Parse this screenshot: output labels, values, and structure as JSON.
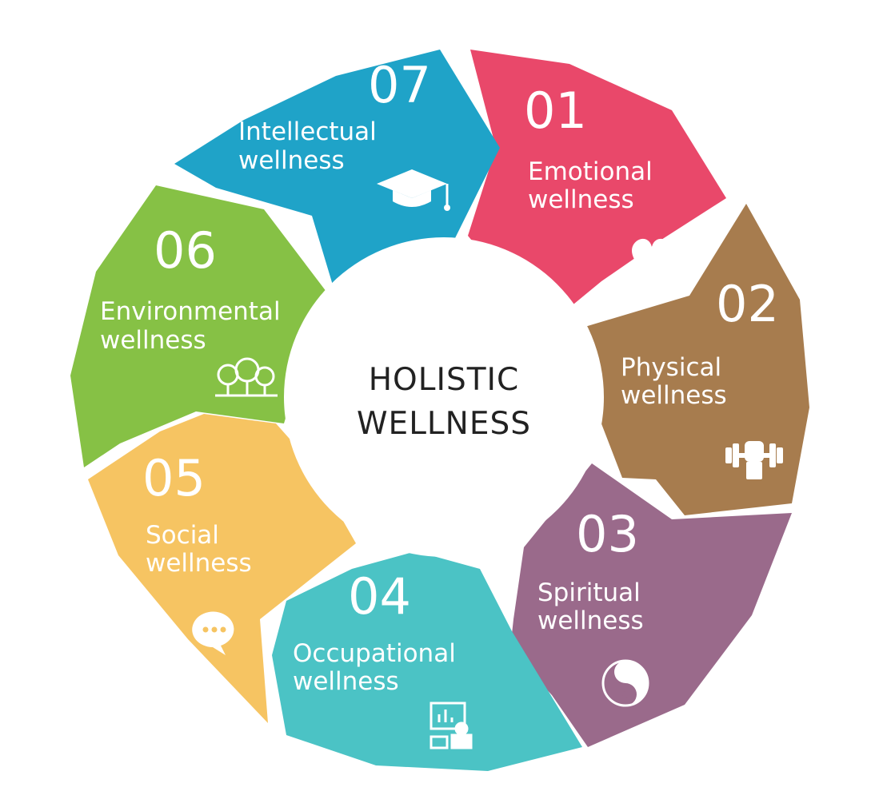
{
  "center": {
    "line1": "HOLISTIC",
    "line2": "WELLNESS"
  },
  "segments": [
    {
      "number": "01",
      "label_line1": "Emotional",
      "label_line2": "wellness",
      "color": "#E9486A",
      "icon": "heart-icon"
    },
    {
      "number": "02",
      "label_line1": "Physical",
      "label_line2": "wellness",
      "color": "#A77C4E",
      "icon": "fist-dumbbell-icon"
    },
    {
      "number": "03",
      "label_line1": "Spiritual",
      "label_line2": "wellness",
      "color": "#9A6A8B",
      "icon": "yin-yang-icon"
    },
    {
      "number": "04",
      "label_line1": "Occupational",
      "label_line2": "wellness",
      "color": "#4BC3C5",
      "icon": "workstation-icon"
    },
    {
      "number": "05",
      "label_line1": "Social",
      "label_line2": "wellness",
      "color": "#F6C462",
      "icon": "speech-bubble-icon"
    },
    {
      "number": "06",
      "label_line1": "Environmental",
      "label_line2": "wellness",
      "color": "#86C145",
      "icon": "trees-icon"
    },
    {
      "number": "07",
      "label_line1": "Intellectual",
      "label_line2": "wellness",
      "color": "#1FA3C8",
      "icon": "graduation-cap-icon"
    }
  ]
}
